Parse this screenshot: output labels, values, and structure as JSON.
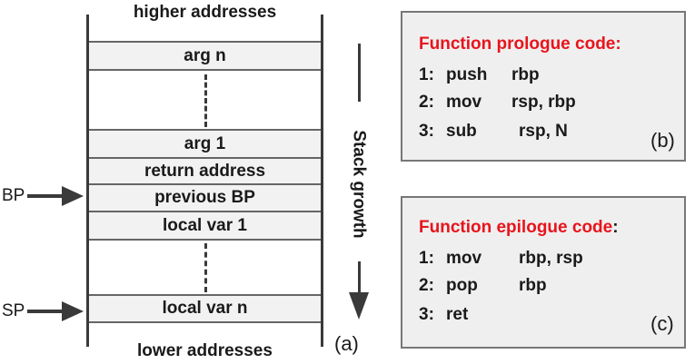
{
  "stack": {
    "top_label": "higher addresses",
    "bottom_label": "lower addresses",
    "cells": [
      "arg n",
      "arg 1",
      "return address",
      "previous BP",
      "local var 1",
      "local var n"
    ],
    "pointers": {
      "bp": "BP",
      "sp": "SP"
    },
    "growth_label": "Stack growth",
    "panel_label": "(a)"
  },
  "prologue": {
    "title": "Function prologue code:",
    "lines": [
      {
        "num": "1:",
        "op": "push",
        "args": "rbp"
      },
      {
        "num": "2:",
        "op": "mov",
        "args": "rsp, rbp"
      },
      {
        "num": "3:",
        "op": "sub",
        "args": "rsp, N"
      }
    ],
    "panel_label": "(b)"
  },
  "epilogue": {
    "title": "Function epilogue code",
    "title_colon": ":",
    "lines": [
      {
        "num": "1:",
        "op": "mov",
        "args": "rbp, rsp"
      },
      {
        "num": "2:",
        "op": "pop",
        "args": "rbp"
      },
      {
        "num": "3:",
        "op": "ret",
        "args": ""
      }
    ],
    "panel_label": "(c)"
  },
  "colors": {
    "title_red": "#e8141c",
    "cell_fill": "#f2f2f2",
    "box_fill": "#efefef",
    "line": "#3a3a3a"
  }
}
